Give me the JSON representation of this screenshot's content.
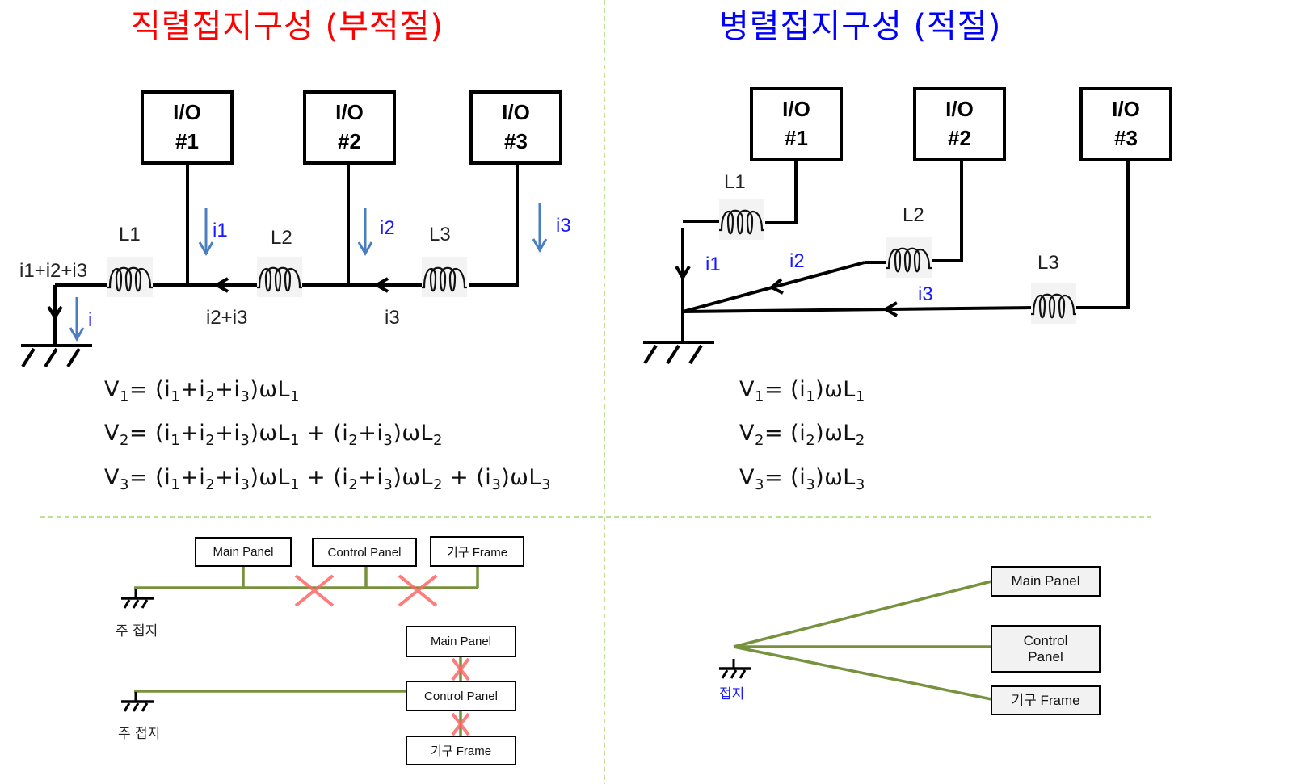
{
  "titles": {
    "series": "직렬접지구성 (부적절)",
    "parallel": "병렬접지구성 (적절)"
  },
  "colors": {
    "series_title": "#ff0000",
    "parallel_title": "#0000ff",
    "current_label": "#1a1aff",
    "current_arrow": "#4a7ebf",
    "ground_wire": "#76923c",
    "cross_mark": "#ff6666",
    "divider": "#92d050"
  },
  "series_circuit": {
    "io_boxes": [
      {
        "line1": "I/O",
        "line2": "#1"
      },
      {
        "line1": "I/O",
        "line2": "#2"
      },
      {
        "line1": "I/O",
        "line2": "#3"
      }
    ],
    "inductors": [
      "L1",
      "L2",
      "L3"
    ],
    "branch_currents": [
      "i1",
      "i2",
      "i3"
    ],
    "wire_currents": [
      "i1+i2+i3",
      "i2+i3",
      "i3"
    ],
    "ground_current": "i"
  },
  "series_equations": [
    {
      "lhs": "V",
      "lhs_sub": "1",
      "terms": [
        [
          [
            "(i",
            "1"
          ],
          [
            "+i",
            "2"
          ],
          [
            "+i",
            "3"
          ],
          [
            ")ωL",
            "1"
          ]
        ]
      ]
    },
    {
      "lhs": "V",
      "lhs_sub": "2",
      "terms": [
        [
          [
            "(i",
            "1"
          ],
          [
            "+i",
            "2"
          ],
          [
            "+i",
            "3"
          ],
          [
            ")ωL",
            "1"
          ]
        ],
        [
          [
            "(i",
            "2"
          ],
          [
            "+i",
            "3"
          ],
          [
            ")ωL",
            "2"
          ]
        ]
      ]
    },
    {
      "lhs": "V",
      "lhs_sub": "3",
      "terms": [
        [
          [
            "(i",
            "1"
          ],
          [
            "+i",
            "2"
          ],
          [
            "+i",
            "3"
          ],
          [
            ")ωL",
            "1"
          ]
        ],
        [
          [
            "(i",
            "2"
          ],
          [
            "+i",
            "3"
          ],
          [
            ")ωL",
            "2"
          ]
        ],
        [
          [
            "(i",
            "3"
          ],
          [
            ")ωL",
            "3"
          ]
        ]
      ]
    }
  ],
  "parallel_circuit": {
    "io_boxes": [
      {
        "line1": "I/O",
        "line2": "#1"
      },
      {
        "line1": "I/O",
        "line2": "#2"
      },
      {
        "line1": "I/O",
        "line2": "#3"
      }
    ],
    "inductors": [
      "L1",
      "L2",
      "L3"
    ],
    "branch_currents": [
      "i1",
      "i2",
      "i3"
    ]
  },
  "parallel_equations": [
    {
      "lhs": "V",
      "lhs_sub": "1",
      "terms": [
        [
          [
            "(i",
            "1"
          ],
          [
            ")ωL",
            "1"
          ]
        ]
      ]
    },
    {
      "lhs": "V",
      "lhs_sub": "2",
      "terms": [
        [
          [
            "(i",
            "2"
          ],
          [
            ")ωL",
            "2"
          ]
        ]
      ]
    },
    {
      "lhs": "V",
      "lhs_sub": "3",
      "terms": [
        [
          [
            "(i",
            "3"
          ],
          [
            ")ωL",
            "3"
          ]
        ]
      ]
    }
  ],
  "series_panels_a": {
    "boxes": [
      "Main Panel",
      "Control Panel",
      "기구 Frame"
    ],
    "ground_label": "주 접지"
  },
  "series_panels_b": {
    "boxes": [
      "Main Panel",
      "Control Panel",
      "기구 Frame"
    ],
    "ground_label": "주 접지"
  },
  "parallel_panels": {
    "boxes": [
      "Main Panel",
      "Control Panel",
      "기구 Frame"
    ],
    "ground_label": "접지"
  }
}
